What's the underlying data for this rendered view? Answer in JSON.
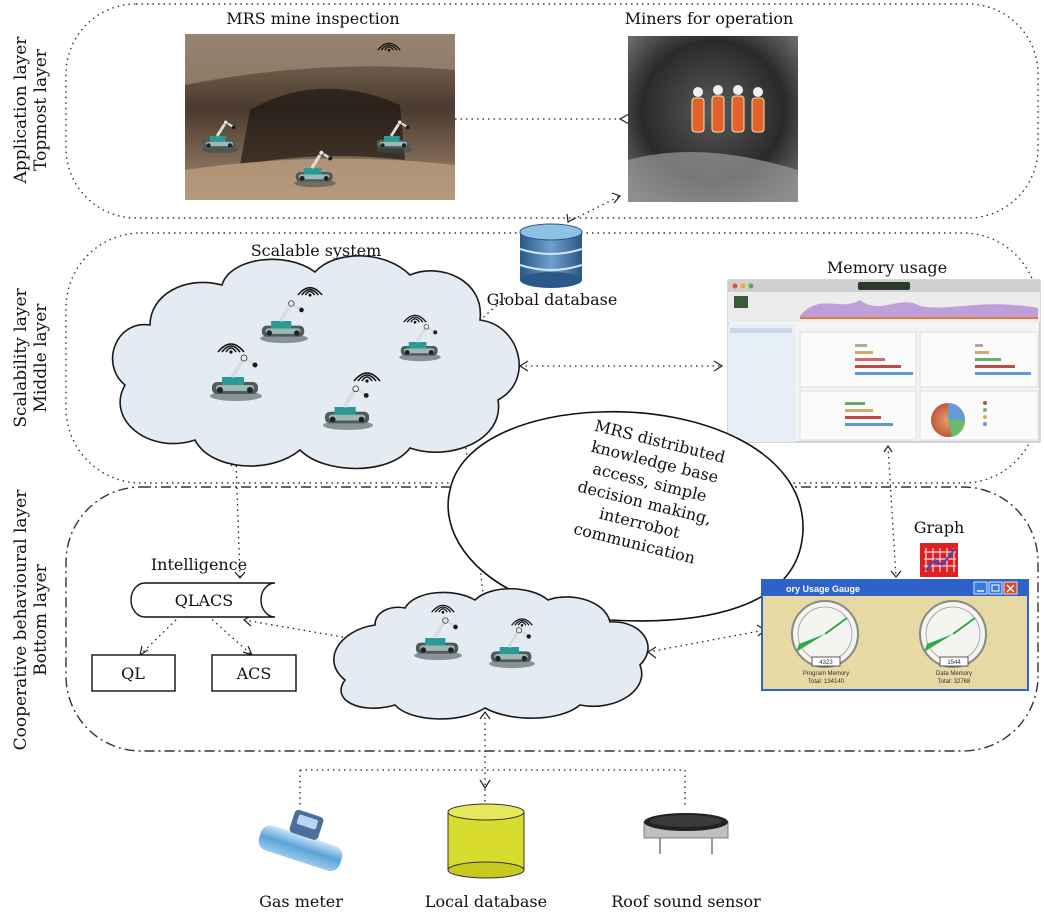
{
  "layers": {
    "application": [
      "Application layer",
      "Topmost layer"
    ],
    "scalability": [
      "Scalability layer",
      "Middle layer"
    ],
    "cooperative": [
      "Cooperative behavioural layer",
      "Bottom layer"
    ]
  },
  "labels": {
    "mrs_mine_inspection": "MRS mine inspection",
    "miners_for_operation": "Miners for operation",
    "scalable_system": "Scalable system",
    "global_database": "Global database",
    "memory_usage": "Memory usage",
    "graph": "Graph",
    "intelligence": "Intelligence",
    "gas_meter": "Gas meter",
    "local_database": "Local database",
    "roof_sound_sensor": "Roof sound sensor"
  },
  "nodes": {
    "qlacs": "QLACS",
    "ql": "QL",
    "acs": "ACS"
  },
  "speech_bubble": [
    "MRS distributed",
    "knowledge base",
    "access, simple",
    "decision making,",
    "interrobot",
    "communication"
  ],
  "gauge_window": {
    "title": "ory Usage Gauge",
    "program": {
      "value": "4323",
      "label": "Program Memory",
      "total": "Total: 134140"
    },
    "data": {
      "value": "1544",
      "label": "Data Memory",
      "total": "Total: 32768"
    }
  },
  "colors": {
    "cloud_fill": "#e4ebf3",
    "cloud_stroke": "#1a1a1a",
    "database_blue": "#3f6f9f",
    "database_yellow": "#d8dc2e",
    "gauge_needle": "#2fa84a",
    "window_title": "#2f62c9"
  }
}
